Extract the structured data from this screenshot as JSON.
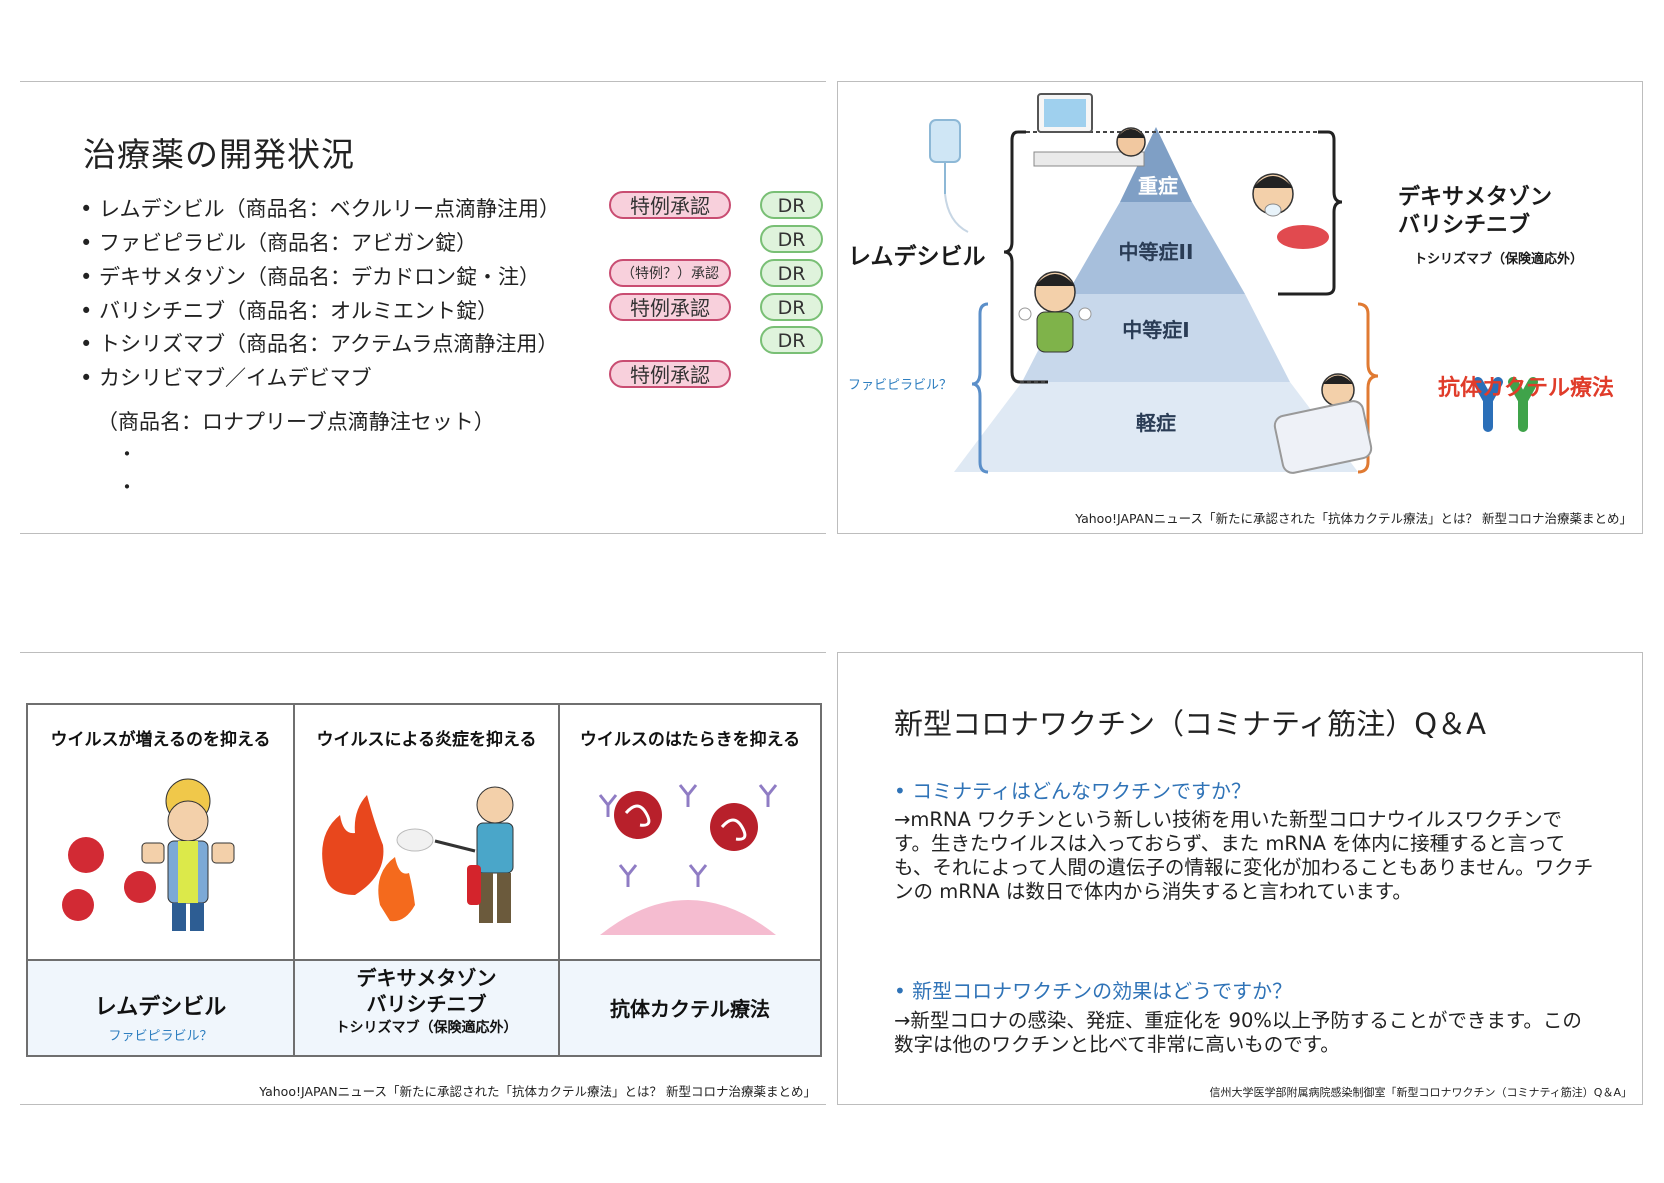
{
  "slide1": {
    "title": "治療薬の開発状況",
    "rows": [
      {
        "text": "• レムデシビル（商品名：ベクルリー点滴静注用）",
        "approval": "特例承認",
        "dr": "DR"
      },
      {
        "text": "• ファビピラビル（商品名：アビガン錠）",
        "approval": "",
        "dr": "DR"
      },
      {
        "text": "• デキサメタゾン（商品名：デカドロン錠・注）",
        "approval": "（特例？）承認",
        "dr": "DR"
      },
      {
        "text": "• バリシチニブ（商品名：オルミエント錠）",
        "approval": "特例承認",
        "dr": "DR"
      },
      {
        "text": "• トシリズマブ（商品名：アクテムラ点滴静注用）",
        "approval": "",
        "dr": "DR"
      },
      {
        "text": "• カシリビマブ／イムデビマブ",
        "approval": "特例承認",
        "dr": ""
      }
    ],
    "continuation": "（商品名：ロナプリーブ点滴静注セット）",
    "dots": [
      "・",
      "・"
    ]
  },
  "slide2": {
    "levels": [
      "重症",
      "中等症II",
      "中等症I",
      "軽症"
    ],
    "left_drug": "レムデシビル",
    "left_note": "ファビピラビル？",
    "right_drugs": "デキサメタゾン",
    "right_drugs2": "バリシチニブ",
    "right_note": "トシリズマブ（保険適応外）",
    "antibody": "抗体カクテル療法",
    "source": "Yahoo!JAPANニュース「新たに承認された「抗体カクテル療法」とは？ 新型コロナ治療薬まとめ」",
    "colors": {
      "pyramid_top": "#7f9fc5",
      "pyramid_mid": "#a7bfdc",
      "pyramid_low": "#c8d8eb",
      "pyramid_base": "#dfe9f4",
      "brace_blue": "#5b8fc9",
      "brace_orange": "#e07a32",
      "antibody_red": "#e03c2a"
    }
  },
  "slide3": {
    "columns": [
      {
        "heading": "ウイルスが増えるのを抑える",
        "drug": "レムデシビル",
        "note": "ファビピラビル？"
      },
      {
        "heading": "ウイルスによる炎症を抑える",
        "drug": "デキサメタゾン",
        "drug2": "バリシチニブ",
        "drug3": "トシリズマブ（保険適応外）"
      },
      {
        "heading": "ウイルスのはたらきを抑える",
        "drug": "抗体カクテル療法"
      }
    ],
    "source": "Yahoo!JAPANニュース「新たに承認された「抗体カクテル療法」とは？ 新型コロナ治療薬まとめ」"
  },
  "slide4": {
    "title": "新型コロナワクチン（コミナティ筋注）Q＆A",
    "q1": "• コミナティはどんなワクチンですか？",
    "a1": "→mRNA ワクチンという新しい技術を用いた新型コロナウイルスワクチンです。生きたウイルスは入っておらず、また mRNA を体内に接種すると言っても、それによって人間の遺伝子の情報に変化が加わることもありません。ワクチンの mRNA は数日で体内から消失すると言われています。",
    "q2": "• 新型コロナワクチンの効果はどうですか？",
    "a2": "→新型コロナの感染、発症、重症化を 90%以上予防することができます。この数字は他のワクチンと比べて非常に高いものです。",
    "source": "信州大学医学部附属病院感染制御室「新型コロナワクチン（コミナティ筋注）Q＆A」"
  }
}
